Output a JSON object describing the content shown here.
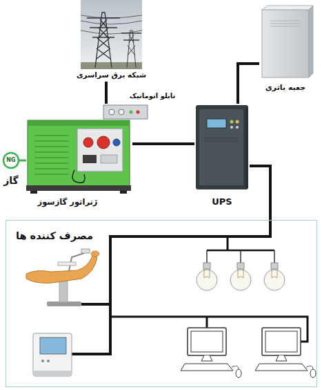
{
  "diagram": {
    "nodes": [
      {
        "text": [
          "شبکه برق سراسری"
        ]
      },
      {
        "text": [
          "جعبه باتری"
        ]
      },
      {
        "text": [
          "تابلو اتوماتیک"
        ]
      },
      {
        "text": [
          "NG",
          "گاز"
        ]
      },
      {
        "text": [
          "ژنراتور گازسوز"
        ]
      },
      {
        "text": [
          "UPS"
        ]
      },
      {
        "text": [
          "مصرف کننده ها"
        ]
      }
    ],
    "edges": [
      {
        "from": 0,
        "to": 2,
        "arrow": "none"
      },
      {
        "from": 3,
        "to": 4,
        "arrow": "none"
      },
      {
        "from": 4,
        "to": 5,
        "arrow": "none"
      },
      {
        "from": 5,
        "to": 1,
        "arrow": "none"
      },
      {
        "from": 5,
        "to": 6,
        "arrow": "none"
      }
    ]
  }
}
